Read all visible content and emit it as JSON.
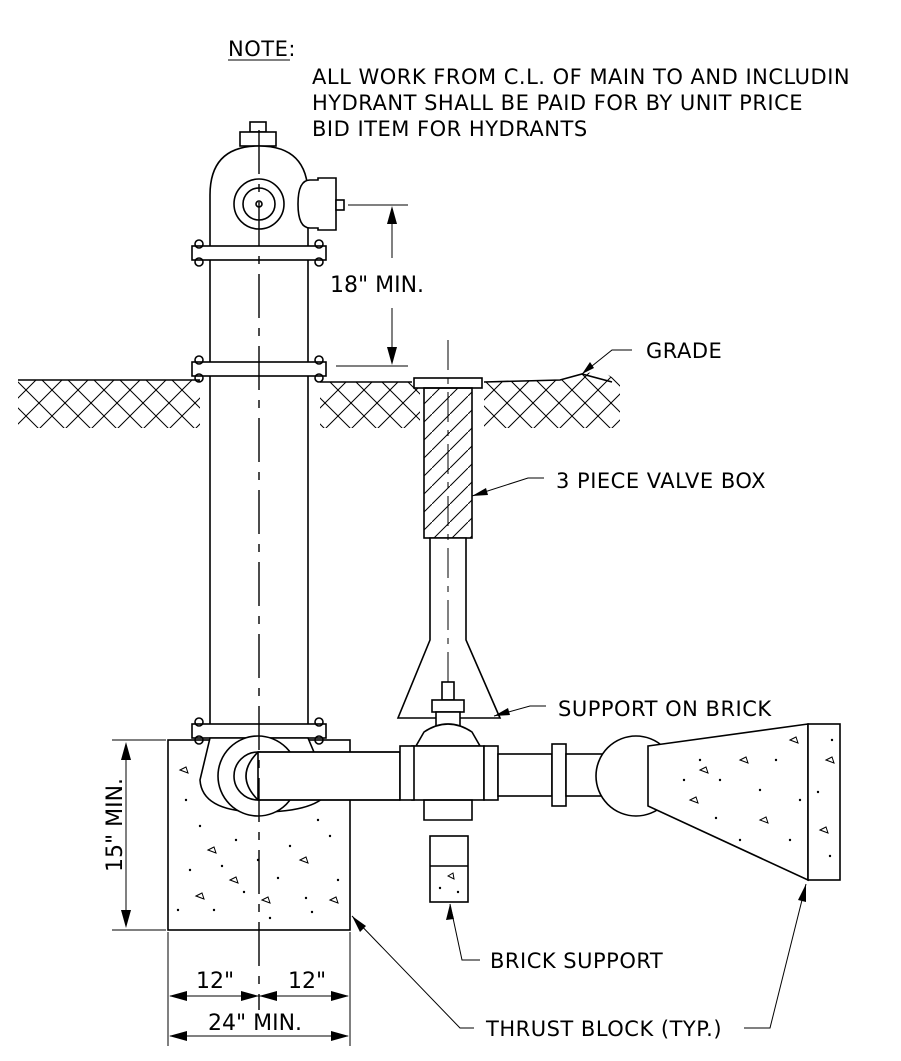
{
  "note": {
    "heading": "NOTE:",
    "lines": [
      "ALL WORK FROM C.L. OF MAIN TO AND INCLUDIN",
      "HYDRANT SHALL BE PAID FOR BY UNIT PRICE",
      "BID ITEM FOR HYDRANTS"
    ]
  },
  "labels": {
    "grade": "GRADE",
    "valve_box": "3 PIECE VALVE BOX",
    "support_on_brick": "SUPPORT ON BRICK",
    "brick_support": "BRICK SUPPORT",
    "thrust_block": "THRUST BLOCK (TYP.)"
  },
  "dimensions": {
    "nozzle_height": "18\" MIN.",
    "block_height": "15\" MIN.",
    "half_left": "12\"",
    "half_right": "12\"",
    "block_width": "24\" MIN."
  }
}
